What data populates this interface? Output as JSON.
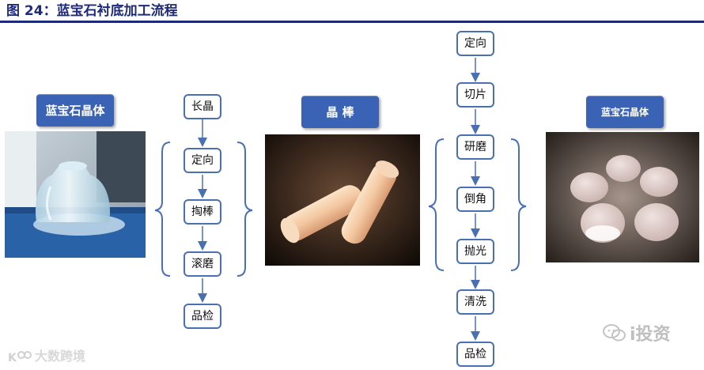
{
  "title": "图 24：蓝宝石衬底加工流程",
  "labels": {
    "crystal_left": "蓝宝石晶体",
    "rod": "晶 棒",
    "crystal_right": "蓝宝石晶体"
  },
  "flow_left": [
    "长晶",
    "定向",
    "掏棒",
    "滚磨",
    "品检"
  ],
  "flow_right": [
    "定向",
    "切片",
    "研磨",
    "倒角",
    "抛光",
    "清洗",
    "品检"
  ],
  "watermarks": {
    "left": "大数跨境",
    "right": "i投资"
  },
  "colors": {
    "title": "#1f2a7a",
    "label_box": "#3b63b5",
    "step_border": "#4a6fb3",
    "arrow": "#4a6fb3",
    "brace": "#4a6fb3"
  }
}
